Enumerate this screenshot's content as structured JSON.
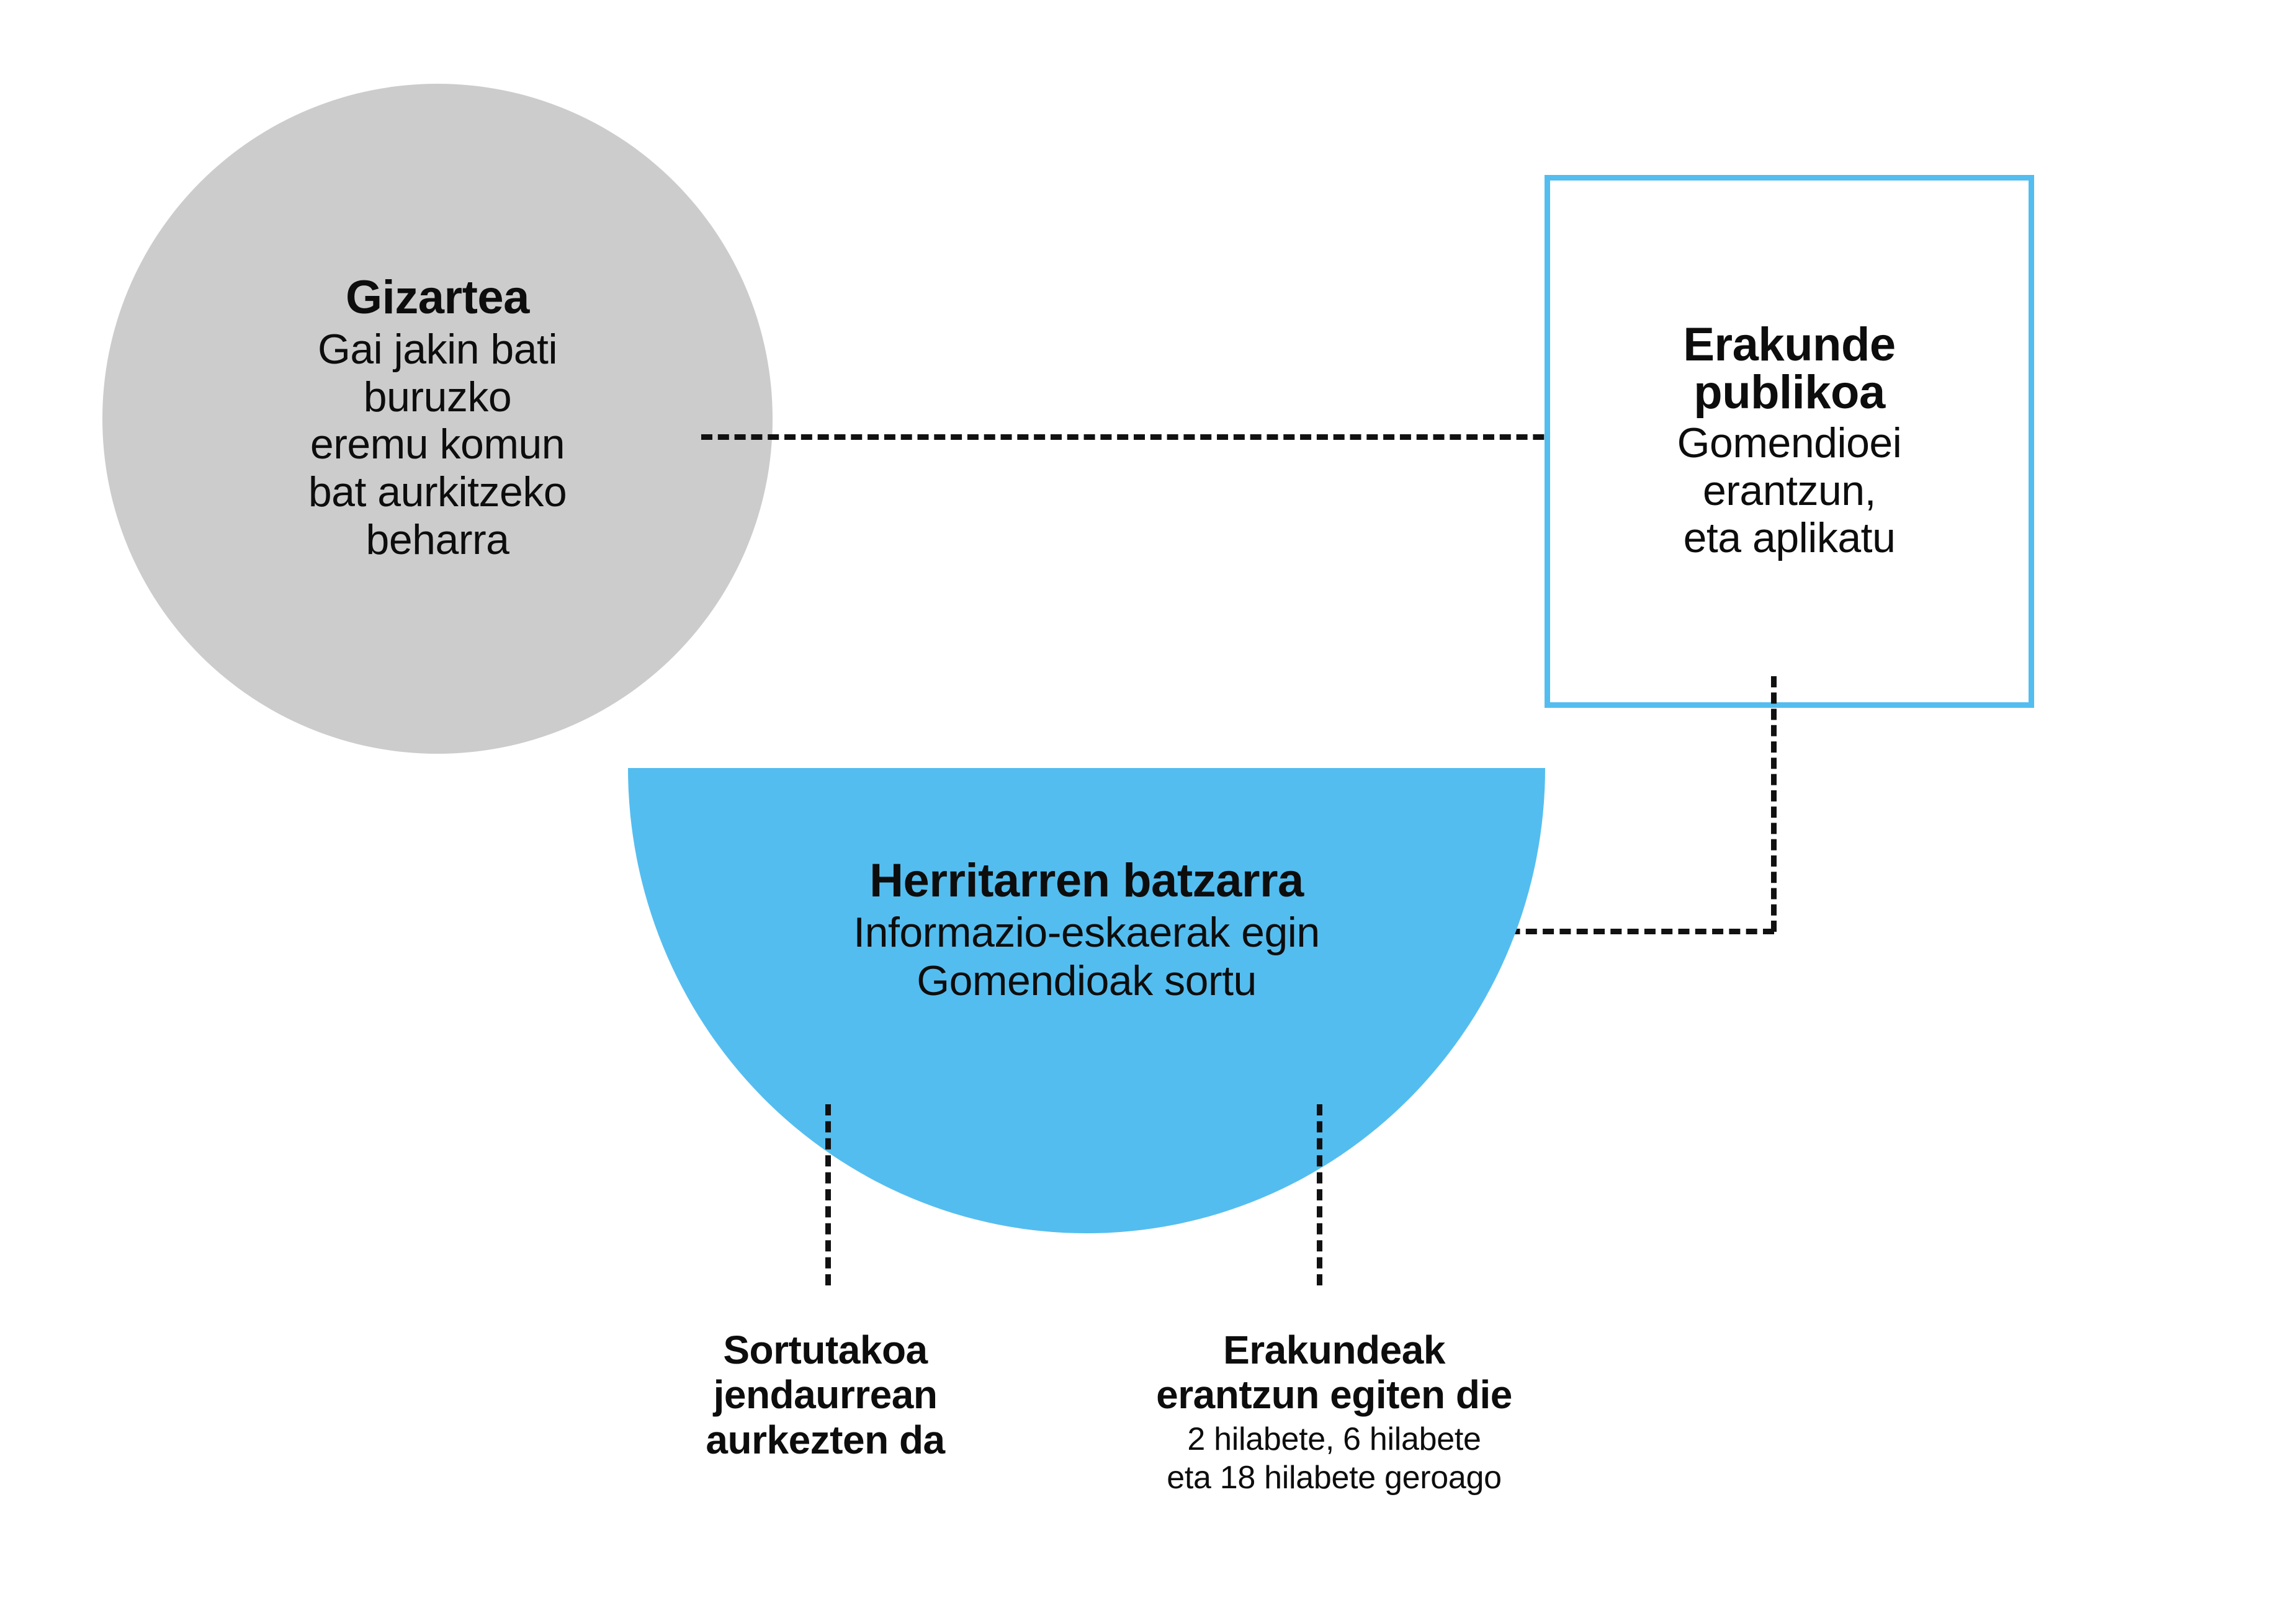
{
  "diagram": {
    "title_implicit": "Herritarren batzarra prozesua",
    "colors": {
      "society_fill": "#cccccc",
      "assembly_fill": "#54bdef",
      "institution_border": "#54bdef",
      "connector": "#111111",
      "background": "#ffffff",
      "text": "#0d0d0d"
    },
    "society": {
      "title": "Gizartea",
      "body": "Gai jakin bati\nburuzko\neremu komun\nbat aurkitzeko\nbeharra"
    },
    "institution": {
      "title": "Erakunde\npublikoa",
      "body": "Gomendioei\nerantzun,\neta aplikatu"
    },
    "assembly": {
      "title": "Herritarren batzarra",
      "body": "Informazio-eskaerak egin\nGomendioak sortu"
    },
    "captions": [
      {
        "head": "Sortutakoa\njendaurrean\naurkezten da",
        "sub": ""
      },
      {
        "head": "Erakundeak\nerantzun egiten die",
        "sub": "2 hilabete, 6 hilabete\neta 18 hilabete geroago"
      }
    ],
    "connectors": [
      {
        "name": "society-to-institution",
        "type": "horizontal"
      },
      {
        "name": "institution-to-assembly",
        "type": "elbow"
      },
      {
        "name": "assembly-to-caption-left",
        "type": "vertical"
      },
      {
        "name": "assembly-to-caption-right",
        "type": "vertical"
      }
    ]
  }
}
